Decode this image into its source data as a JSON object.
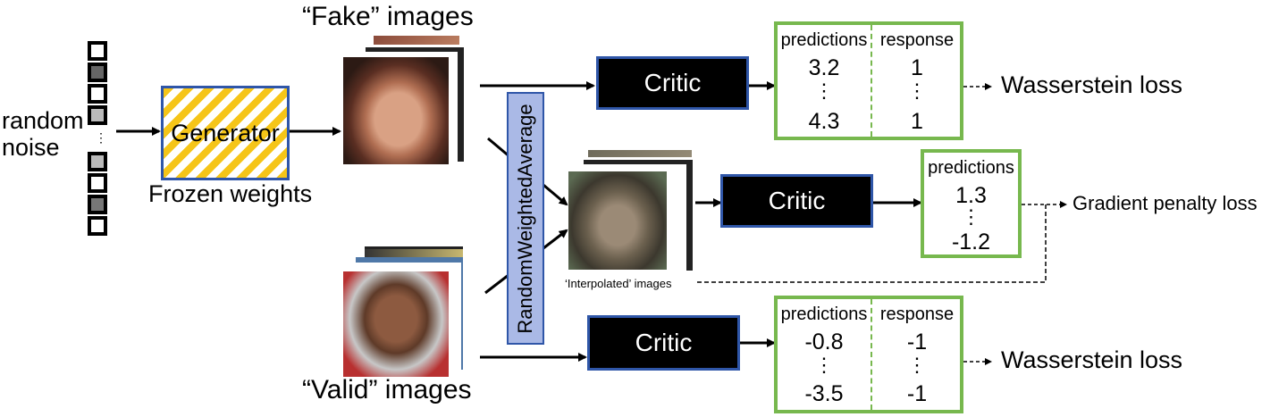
{
  "noise": {
    "label_line1": "random",
    "label_line2": "noise",
    "ellipsis": "⋮"
  },
  "generator": {
    "label": "Generator",
    "caption": "Frozen weights"
  },
  "fake_images": {
    "caption": "“Fake” images"
  },
  "valid_images": {
    "caption": "“Valid” images"
  },
  "interpolated": {
    "caption": "‘Interpolated’ images"
  },
  "rwa": {
    "label": "RandomWeightedAverage"
  },
  "critics": [
    {
      "label": "Critic"
    },
    {
      "label": "Critic"
    },
    {
      "label": "Critic"
    }
  ],
  "table_top": {
    "col1": "predictions",
    "col2": "response",
    "pred_first": "3.2",
    "pred_last": "4.3",
    "resp_first": "1",
    "resp_last": "1",
    "dots": "⋮"
  },
  "table_mid": {
    "col1": "predictions",
    "pred_first": "1.3",
    "pred_last": "-1.2",
    "dots": "⋮"
  },
  "table_bot": {
    "col1": "predictions",
    "col2": "response",
    "pred_first": "-0.8",
    "pred_last": "-3.5",
    "resp_first": "-1",
    "resp_last": "-1",
    "dots": "⋮"
  },
  "losses": {
    "wasserstein_top": "Wasserstein loss",
    "gradient_penalty": "Gradient penalty loss",
    "wasserstein_bottom": "Wasserstein loss"
  },
  "colors": {
    "critic_border": "#2f56a8",
    "table_border": "#77b84e",
    "generator_stripes": "#f5c518",
    "rwa_fill": "#aab9e6"
  }
}
